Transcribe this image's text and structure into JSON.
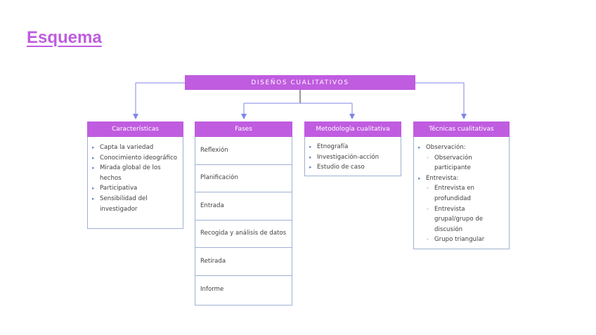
{
  "page": {
    "title": "Esquema"
  },
  "diagram": {
    "root": "DISEÑOS CUALITATIVOS",
    "caracteristicas": {
      "header": "Características",
      "items": [
        {
          "text": "Capta la variedad"
        },
        {
          "text": "Conocimiento ideográfico"
        },
        {
          "text": "Mirada global de los hechos"
        },
        {
          "text": "Participativa"
        },
        {
          "text": "Sensibilidad del investigador"
        }
      ]
    },
    "fases": {
      "header": "Fases",
      "items": [
        {
          "text": "Reflexión"
        },
        {
          "text": "Planificación"
        },
        {
          "text": "Entrada"
        },
        {
          "text": "Recogida y análisis de datos"
        },
        {
          "text": "Retirada"
        },
        {
          "text": "Informe"
        }
      ]
    },
    "metodologia": {
      "header": "Metodología cualitativa",
      "items": [
        {
          "text": "Etnografía"
        },
        {
          "text": "Investigación-acción"
        },
        {
          "text": "Estudio de caso"
        }
      ]
    },
    "tecnicas": {
      "header": "Técnicas cualitativas",
      "observacion": {
        "label": "Observación:",
        "sub": [
          {
            "text": "Observación participante"
          }
        ]
      },
      "entrevista": {
        "label": "Entrevista:",
        "sub": [
          {
            "text": "Entrevista en profundidad"
          },
          {
            "text": "Entrevista grupal/grupo de discusión"
          },
          {
            "text": "Grupo triangular"
          }
        ]
      }
    }
  },
  "colors": {
    "accent": "#c05ce0",
    "border": "#9fb0d4",
    "connector": "#7f86e8"
  }
}
